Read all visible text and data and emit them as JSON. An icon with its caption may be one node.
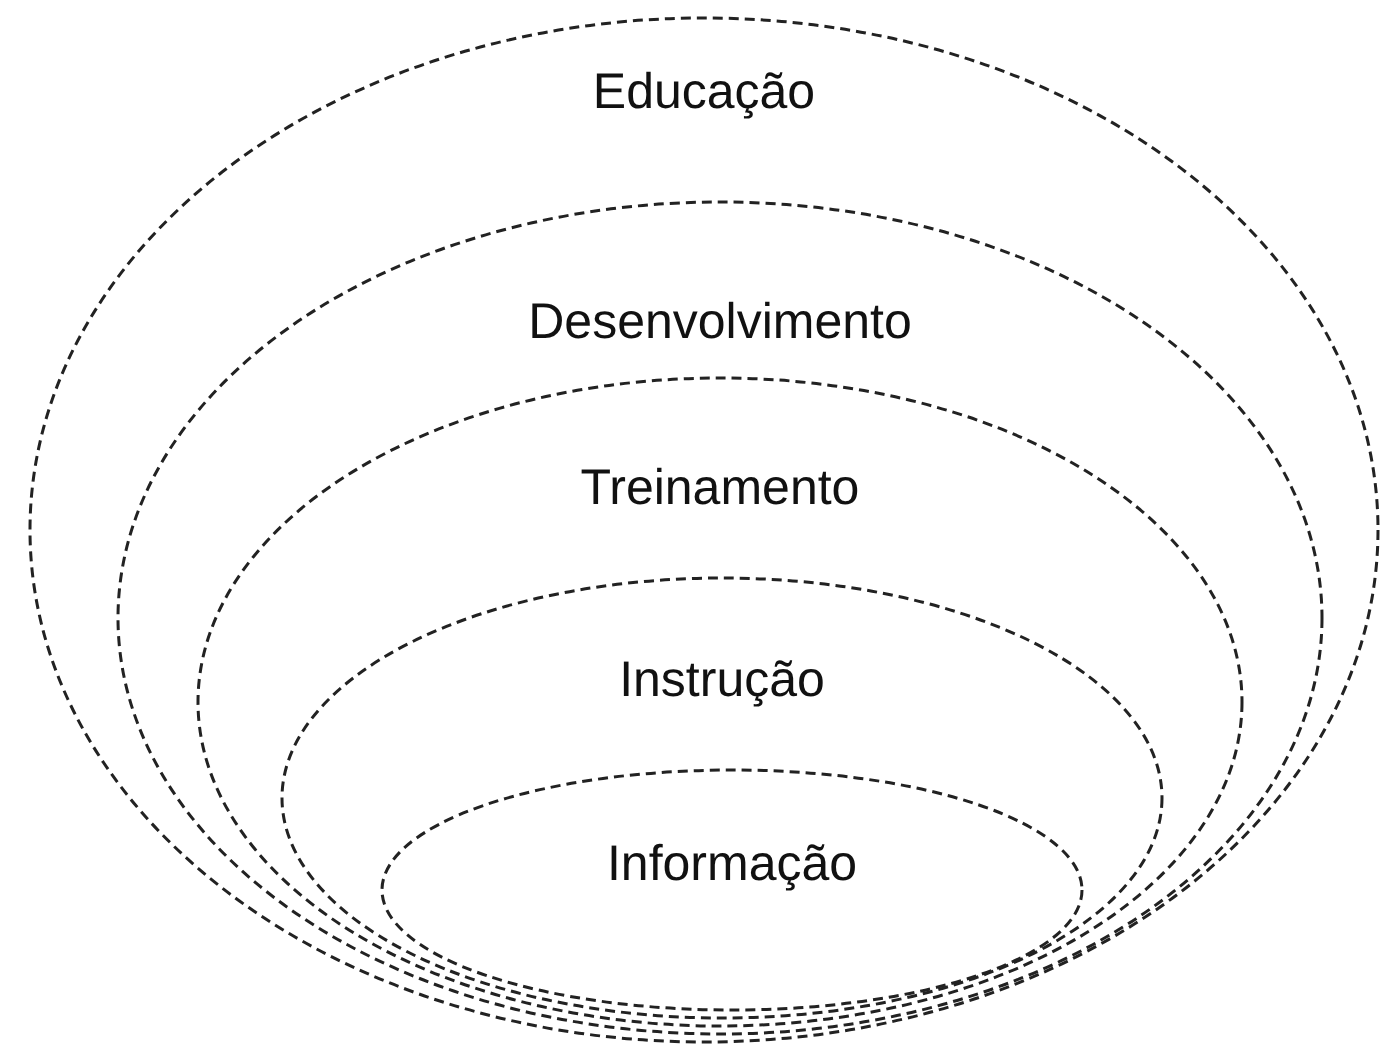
{
  "diagram": {
    "nodes": [
      {
        "text": [
          "Educação"
        ]
      },
      {
        "text": [
          "Desenvolvimento"
        ],
        "in": 0
      },
      {
        "text": [
          "Treinamento"
        ],
        "in": 1
      },
      {
        "text": [
          "Instrução"
        ],
        "in": 2
      },
      {
        "text": [
          "Informação"
        ],
        "in": 3
      }
    ]
  }
}
